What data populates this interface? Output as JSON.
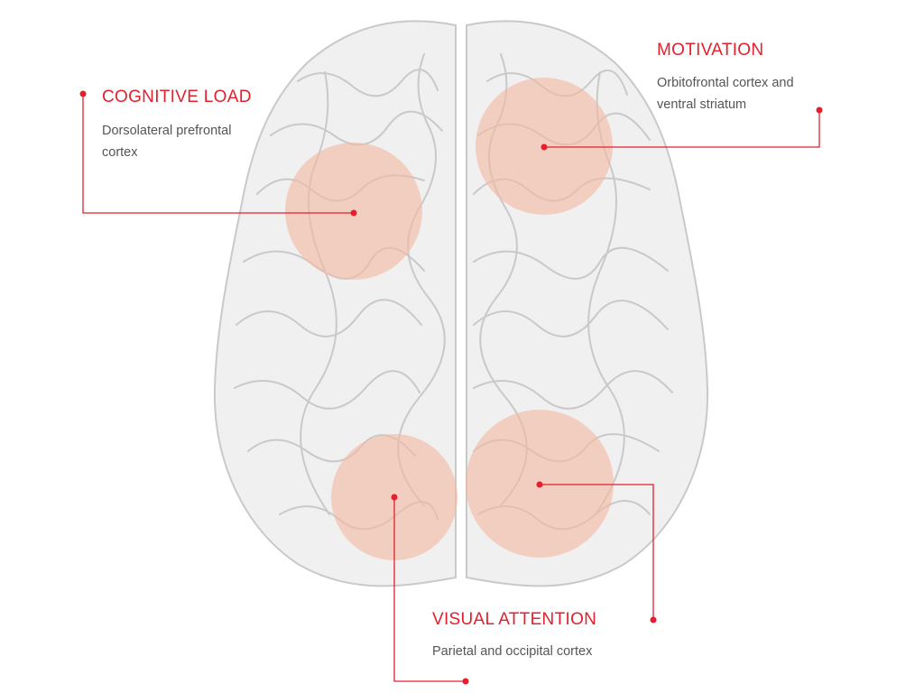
{
  "colors": {
    "accent": "#e3202c",
    "region_fill": "#f4b9a4",
    "brain_fill": "#f0f0f0",
    "brain_line": "#c9c9c9",
    "text": "#555555"
  },
  "regions": [
    {
      "id": "cognitive_load",
      "title": "COGNITIVE LOAD",
      "description": "Dorsolateral prefrontal cortex"
    },
    {
      "id": "motivation",
      "title": "MOTIVATION",
      "description": "Orbitofrontal cortex and ventral striatum"
    },
    {
      "id": "visual_attention",
      "title": "VISUAL ATTENTION",
      "description": "Parietal and occipital cortex"
    }
  ]
}
